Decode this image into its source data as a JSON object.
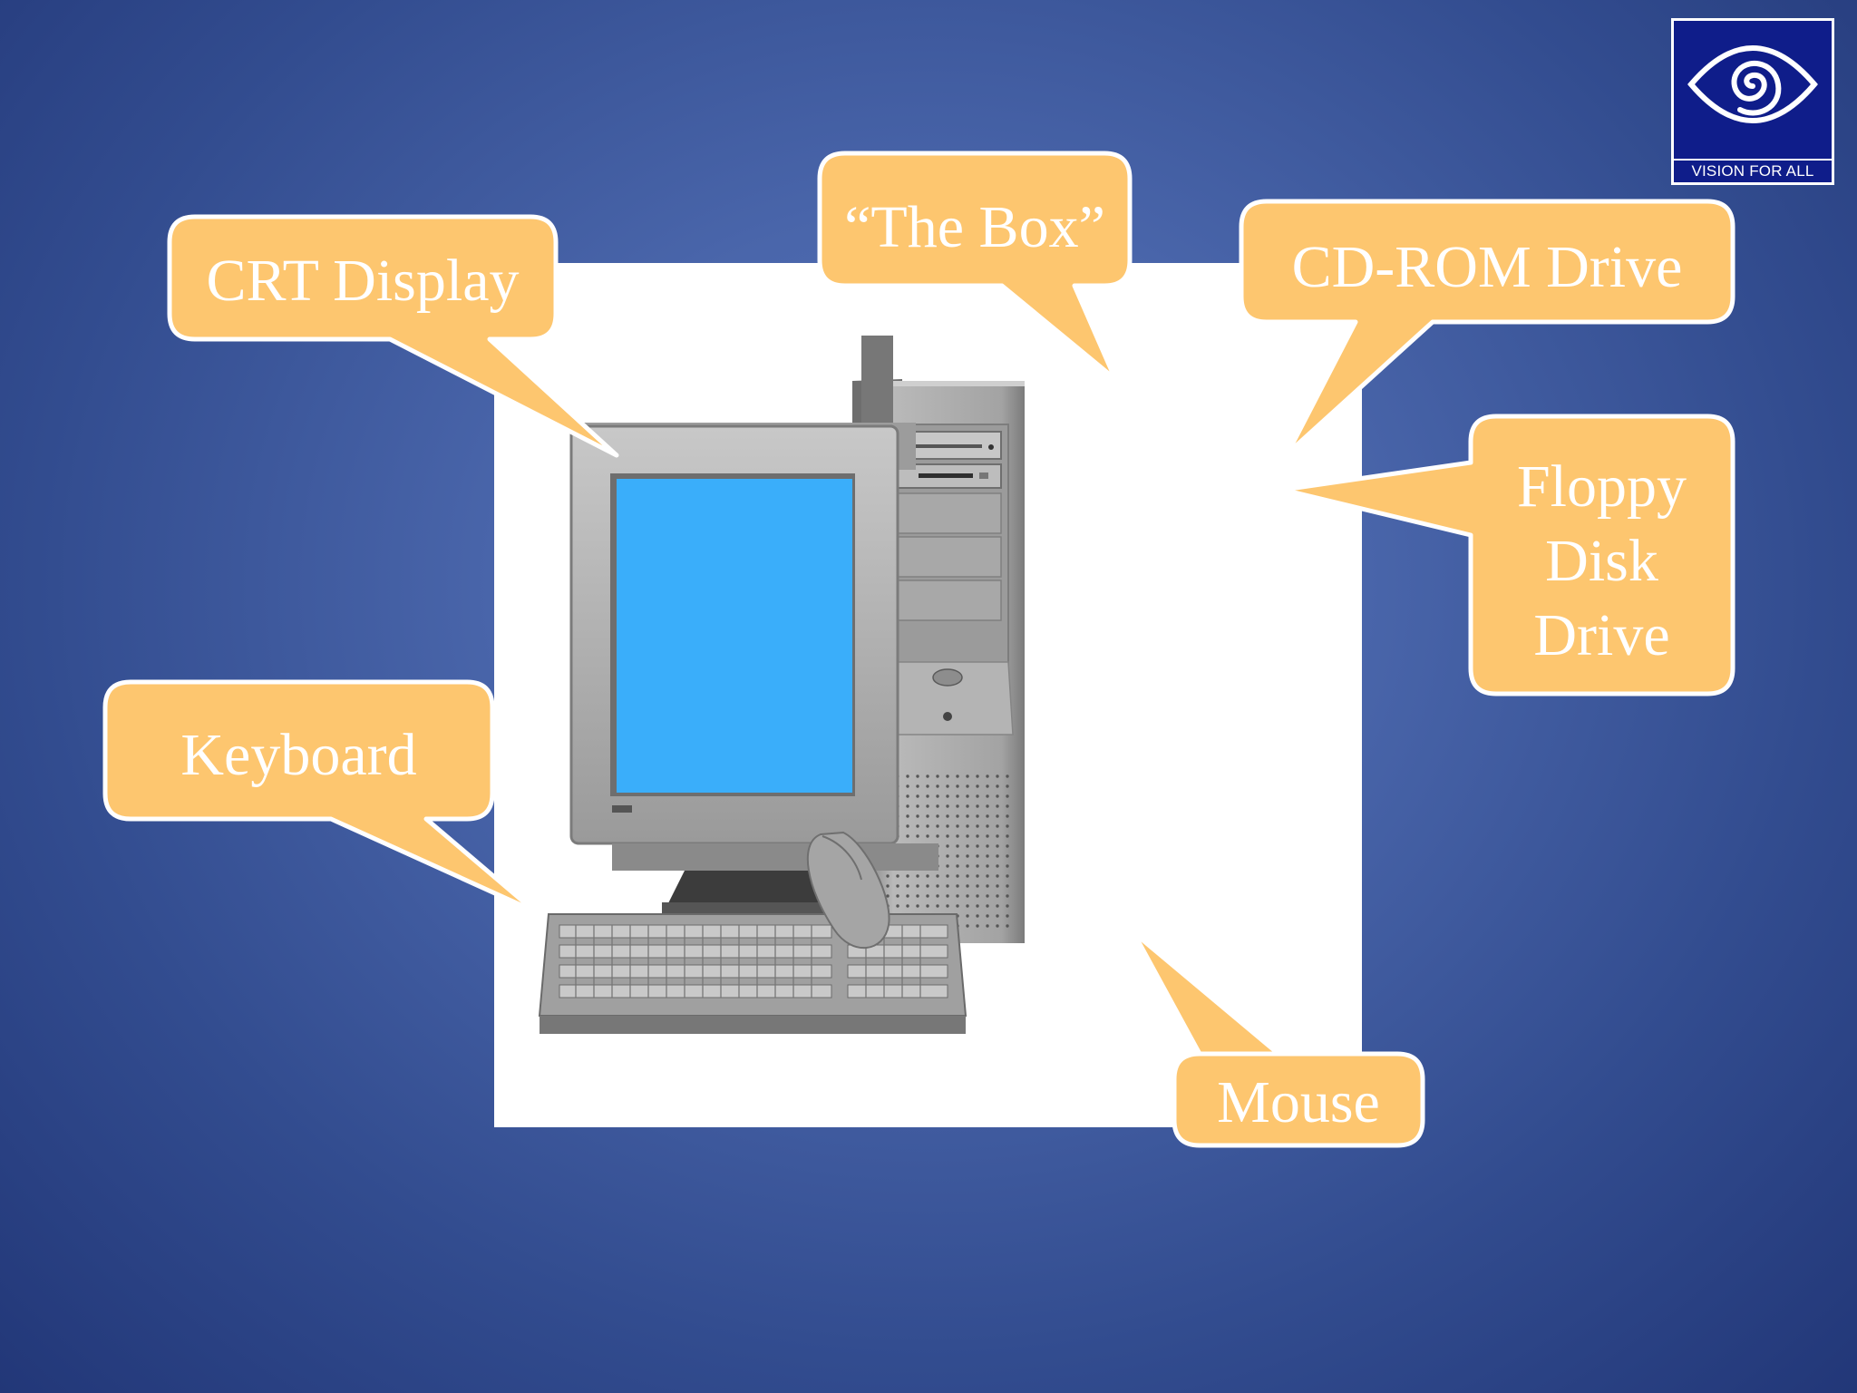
{
  "logo": {
    "caption": "VISION FOR ALL",
    "icon": "spiral-eye-icon",
    "colors": {
      "background": "#0f1d8a",
      "foreground": "#ffffff"
    }
  },
  "callouts": [
    {
      "id": "crt-display",
      "text": "CRT Display"
    },
    {
      "id": "the-box",
      "text": "“The Box”"
    },
    {
      "id": "cd-rom-drive",
      "text": "CD-ROM Drive"
    },
    {
      "id": "floppy-disk-drive",
      "lines": [
        "Floppy",
        "Disk",
        "Drive"
      ]
    },
    {
      "id": "keyboard",
      "text": "Keyboard"
    },
    {
      "id": "mouse",
      "text": "Mouse"
    }
  ],
  "colors": {
    "background": "#4a66ab",
    "callout_fill": "#fdc66f",
    "callout_stroke": "#ffffff",
    "screen": "#3aaefa",
    "computer_body": "#a9a9a9"
  }
}
